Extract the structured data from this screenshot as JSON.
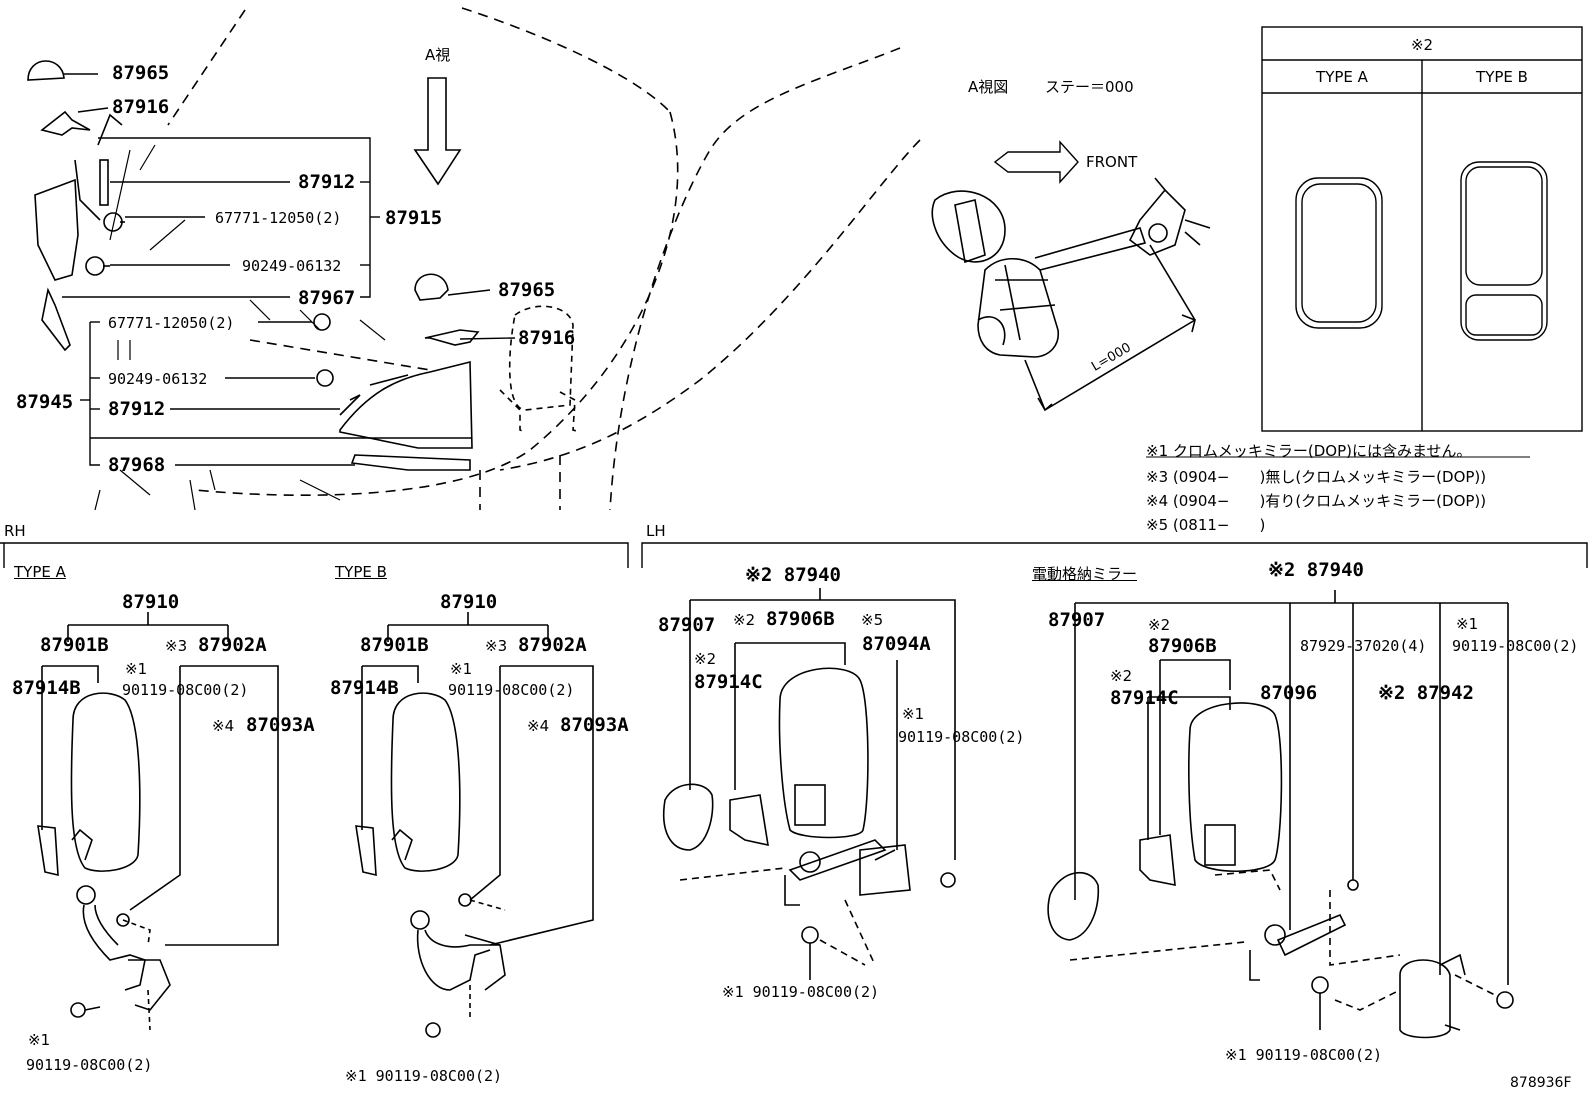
{
  "diagram": {
    "top": {
      "callouts": [
        "87965",
        "87916",
        "87912",
        "67771-12050(2)",
        "87915",
        "90249-06132",
        "87967"
      ],
      "lower_callouts": [
        "87965",
        "87916",
        "67771-12050(2)",
        "90249-06132",
        "87945",
        "87912",
        "87968"
      ],
      "view_arrow_label": "A視"
    },
    "view_a": {
      "title": "A視図",
      "stay": "ステー＝000",
      "front": "FRONT",
      "length": "L=000"
    },
    "type_table": {
      "header": "※2",
      "col_a": "TYPE A",
      "col_b": "TYPE B"
    },
    "notes": [
      "※1 クロムメッキミラー(DOP)には含みません。",
      "※3 (0904−　　)無し(クロムメッキミラー(DOP))",
      "※4 (0904−　　)有り(クロムメッキミラー(DOP))",
      "※5 (0811−　　)"
    ],
    "rh": {
      "section": "RH",
      "type_a": {
        "title": "TYPE A",
        "assy": "87910",
        "mirror": "87901B",
        "note3": "※3",
        "bracket": "87902A",
        "cover": "87914B",
        "note1": "※1",
        "bolt": "90119-08C00(2)",
        "note4": "※4",
        "stay": "87093A",
        "bottom_note": "※1",
        "bottom_bolt": "90119-08C00(2)"
      },
      "type_b": {
        "title": "TYPE B",
        "assy": "87910",
        "mirror": "87901B",
        "note3": "※3",
        "bracket": "87902A",
        "cover": "87914B",
        "note1": "※1",
        "bolt": "90119-08C00(2)",
        "note4": "※4",
        "stay": "87093A",
        "bottom_bolt": "※1 90119-08C00(2)"
      }
    },
    "lh": {
      "section": "LH",
      "manual": {
        "assy": "※2 87940",
        "under": "87907",
        "mirror_note": "※2",
        "mirror": "87906B",
        "note5": "※5",
        "stay": "87094A",
        "cover_note": "※2",
        "cover": "87914C",
        "bolt_note": "※1",
        "bolt": "90119-08C00(2)",
        "bottom_bolt": "※1 90119-08C00(2)"
      },
      "electric": {
        "title": "電動格納ミラー",
        "assy": "※2 87940",
        "under": "87907",
        "mirror_note": "※2",
        "mirror": "87906B",
        "screw": "87929-37020(4)",
        "bolt_note": "※1",
        "bolt": "90119-08C00(2)",
        "cover_note": "※2",
        "cover": "87914C",
        "stay": "87096",
        "motor": "※2 87942",
        "bottom_bolt": "※1 90119-08C00(2)"
      }
    },
    "figure_id": "878936F"
  }
}
